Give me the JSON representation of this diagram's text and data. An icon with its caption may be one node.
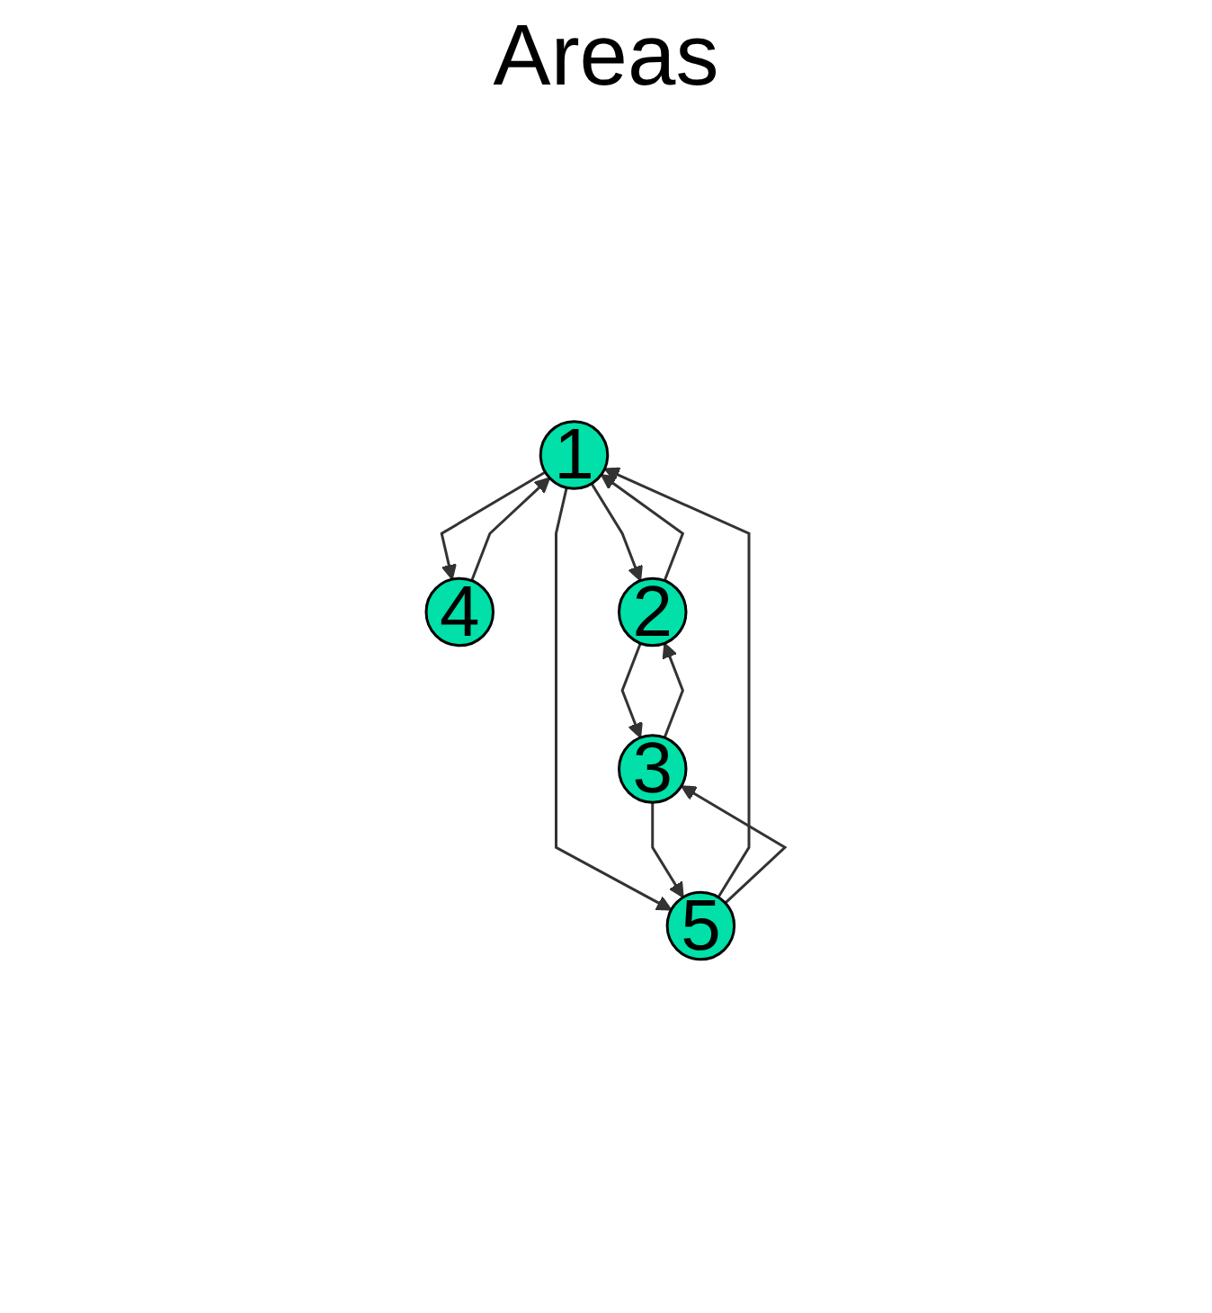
{
  "diagram": {
    "title": "Areas",
    "nodes": [
      {
        "text": [
          "1"
        ]
      },
      {
        "text": [
          "4"
        ]
      },
      {
        "text": [
          "2"
        ]
      },
      {
        "text": [
          "5"
        ]
      },
      {
        "text": [
          "3"
        ]
      }
    ],
    "edges": [
      {
        "from": 0,
        "to": 1,
        "arrow": "to"
      },
      {
        "from": 1,
        "to": 0,
        "arrow": "to"
      },
      {
        "from": 0,
        "to": 2,
        "arrow": "to"
      },
      {
        "from": 2,
        "to": 0,
        "arrow": "to"
      },
      {
        "from": 0,
        "to": 3,
        "arrow": "to"
      },
      {
        "from": 3,
        "to": 0,
        "arrow": "to"
      },
      {
        "from": 2,
        "to": 4,
        "arrow": "to"
      },
      {
        "from": 4,
        "to": 2,
        "arrow": "to"
      },
      {
        "from": 3,
        "to": 4,
        "arrow": "to"
      },
      {
        "from": 4,
        "to": 3,
        "arrow": "to"
      }
    ]
  }
}
